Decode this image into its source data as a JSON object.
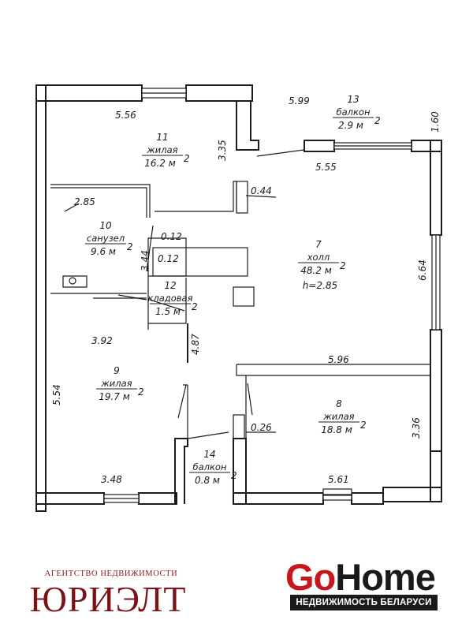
{
  "rooms": [
    {
      "number": "11",
      "name": "жилая",
      "area": "16.2 м"
    },
    {
      "number": "10",
      "name": "санузел",
      "area": "9.6 м"
    },
    {
      "number": "12",
      "name": "кладовая",
      "area": "1.5 м"
    },
    {
      "number": "9",
      "name": "жилая",
      "area": "19.7 м"
    },
    {
      "number": "7",
      "name": "холл",
      "area": "48.2 м",
      "height": "h=2.85"
    },
    {
      "number": "8",
      "name": "жилая",
      "area": "18.8 м"
    },
    {
      "number": "13",
      "name": "балкон",
      "area": "2.9 м"
    },
    {
      "number": "14",
      "name": "балкон",
      "area": "0.8 м"
    }
  ],
  "area_unit_exponent": "2",
  "dimensions": {
    "d_5_56": "5.56",
    "d_3_35": "3.35",
    "d_5_99": "5.99",
    "d_1_60": "1.60",
    "d_5_55": "5.55",
    "d_0_44": "0.44",
    "d_2_85": "2.85",
    "d_0_12a": "0.12",
    "d_0_12b": "0.12",
    "d_3_44": "3.44",
    "d_6_64": "6.64",
    "d_3_92": "3.92",
    "d_4_87": "4.87",
    "d_5_96": "5.96",
    "d_5_54": "5.54",
    "d_0_26": "0.26",
    "d_3_36": "3.36",
    "d_3_48": "3.48",
    "d_5_61": "5.61"
  },
  "branding": {
    "agency_caption": "АГЕНТСТВО НЕДВИЖИМОСТИ",
    "agency_name": "ЮРИЭЛТ",
    "gohome_go": "Go",
    "gohome_home": "Home",
    "gohome_tagline": "НЕДВИЖИМОСТЬ БЕЛАРУСИ",
    "colors": {
      "agency": "#7a1218",
      "gohome_red": "#c8161d",
      "ink": "#1c1c1c"
    }
  }
}
